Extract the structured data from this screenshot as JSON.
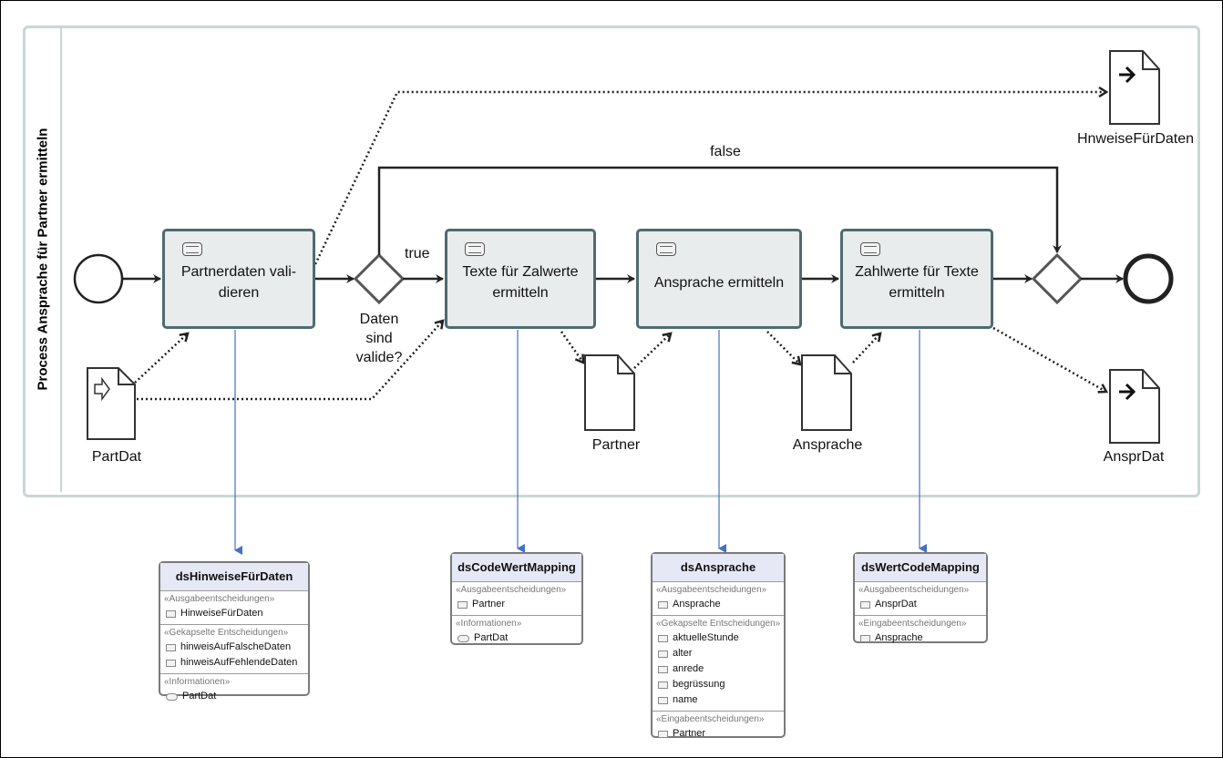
{
  "pool": {
    "label": "Process Ansprache für Partner ermitteln"
  },
  "tasks": [
    {
      "id": "t1",
      "label_line1": "Partnerdaten vali-",
      "label_line2": "dieren"
    },
    {
      "id": "t2",
      "label_line1": "Texte für Zalwerte",
      "label_line2": "ermitteln"
    },
    {
      "id": "t3",
      "label_line1": "Ansprache ermitteln",
      "label_line2": ""
    },
    {
      "id": "t4",
      "label_line1": "Zahlwerte für Texte",
      "label_line2": "ermitteln"
    }
  ],
  "gateway": {
    "label_line1": "Daten",
    "label_line2": "sind",
    "label_line3": "valide?"
  },
  "flows": {
    "true_label": "true",
    "false_label": "false"
  },
  "data_objects": {
    "partdat": "PartDat",
    "hinweise": "HnweiseFürDaten",
    "partner": "Partner",
    "ansprache": "Ansprache",
    "anspr_dat": "AnsprDat"
  },
  "decision_services": [
    {
      "title": "dsHinweiseFürDaten",
      "sections": [
        {
          "title": "«Ausgabeentscheidungen»",
          "items": [
            {
              "label": "HinweiseFürDaten",
              "icon": "decision-icon"
            }
          ]
        },
        {
          "title": "«Gekapselte Entscheidungen»",
          "items": [
            {
              "label": "hinweisAufFalscheDaten",
              "icon": "decision-icon"
            },
            {
              "label": "hinweisAufFehlendeDaten",
              "icon": "decision-icon"
            }
          ]
        },
        {
          "title": "«Informationen»",
          "items": [
            {
              "label": "PartDat",
              "icon": "input-data-icon"
            }
          ]
        }
      ]
    },
    {
      "title": "dsCodeWertMapping",
      "sections": [
        {
          "title": "«Ausgabeentscheidungen»",
          "items": [
            {
              "label": "Partner",
              "icon": "decision-icon"
            }
          ]
        },
        {
          "title": "«Informationen»",
          "items": [
            {
              "label": "PartDat",
              "icon": "input-data-icon"
            }
          ]
        }
      ]
    },
    {
      "title": "dsAnsprache",
      "sections": [
        {
          "title": "«Ausgabeentscheidungen»",
          "items": [
            {
              "label": "Ansprache",
              "icon": "decision-icon"
            }
          ]
        },
        {
          "title": "«Gekapselte Entscheidungen»",
          "items": [
            {
              "label": "aktuelleStunde",
              "icon": "decision-icon"
            },
            {
              "label": "alter",
              "icon": "decision-icon"
            },
            {
              "label": "anrede",
              "icon": "decision-icon"
            },
            {
              "label": "begrüssung",
              "icon": "decision-icon"
            },
            {
              "label": "name",
              "icon": "decision-icon"
            }
          ]
        },
        {
          "title": "«Eingabeentscheidungen»",
          "items": [
            {
              "label": "Partner",
              "icon": "decision-icon"
            }
          ]
        }
      ]
    },
    {
      "title": "dsWertCodeMapping",
      "sections": [
        {
          "title": "«Ausgabeentscheidungen»",
          "items": [
            {
              "label": "AnsprDat",
              "icon": "decision-icon"
            }
          ]
        },
        {
          "title": "«Eingabeentscheidungen»",
          "items": [
            {
              "label": "Ansprache",
              "icon": "decision-icon"
            }
          ]
        }
      ]
    }
  ]
}
